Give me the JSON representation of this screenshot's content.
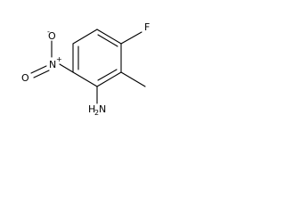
{
  "molecule": {
    "atoms": {
      "fluorine": "F",
      "nitrogen": "N",
      "oxygen_top": "O",
      "oxygen_top_charge": "-",
      "oxygen_bottom": "O",
      "nitrogen_charge": "+",
      "amine_h": "H",
      "amine_h_count": "2",
      "amine_n": "N"
    }
  }
}
